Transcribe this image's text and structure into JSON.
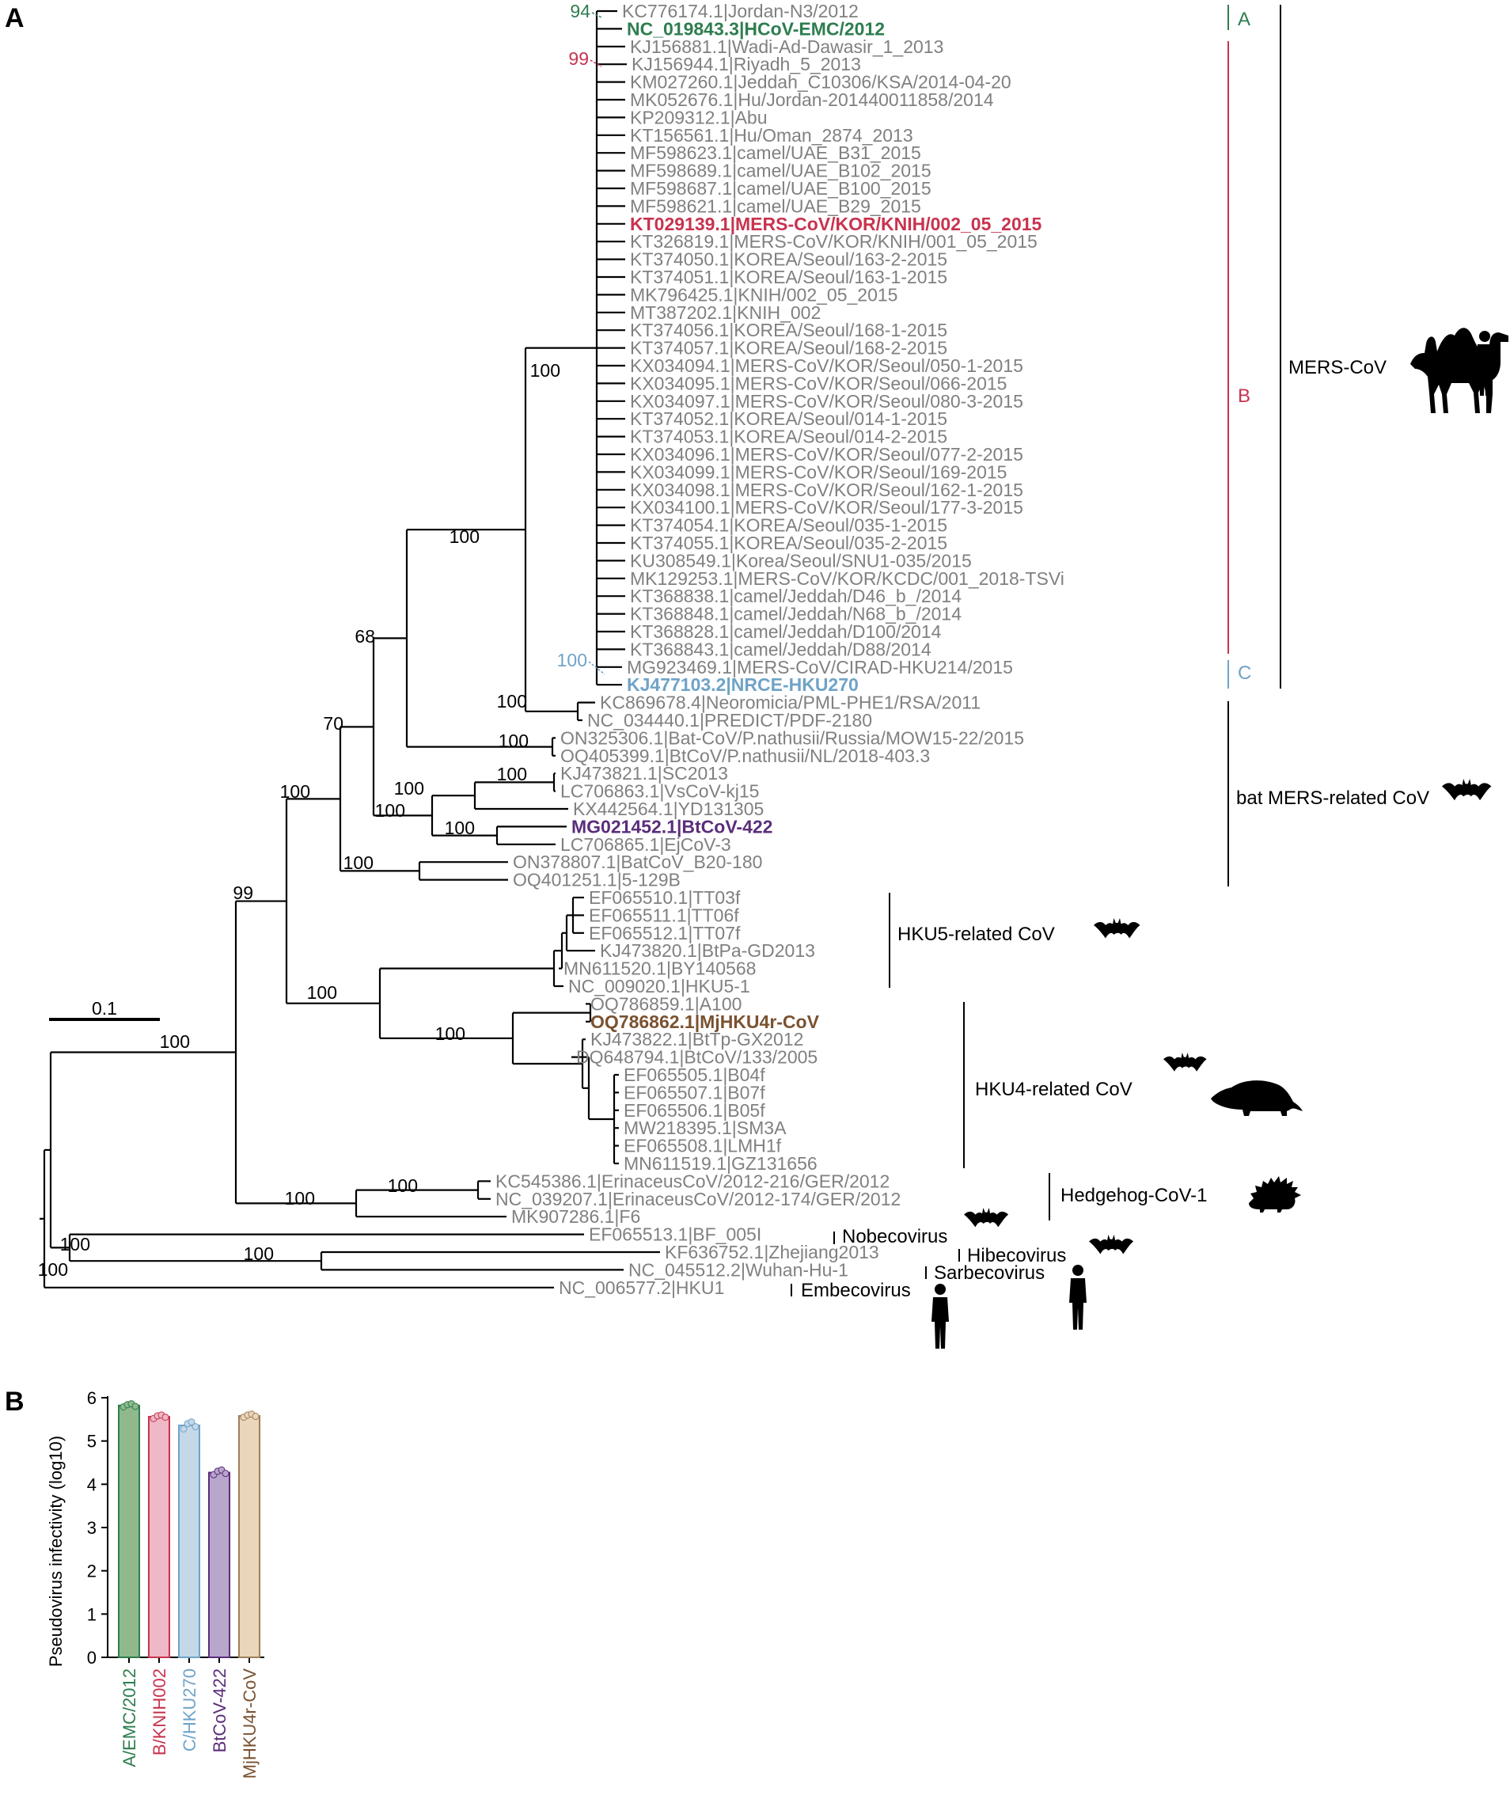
{
  "panels": {
    "a": "A",
    "b": "B"
  },
  "colors": {
    "green": "#2e7d4f",
    "red": "#c8334f",
    "blue": "#6fa3c7",
    "purple": "#5b2d7a",
    "brown": "#7a5230",
    "gray": "#808080",
    "black": "#000000"
  },
  "icons": [
    "camel-icon",
    "person-icon",
    "bat-icon",
    "pangolin-icon",
    "hedgehog-icon"
  ],
  "tree": {
    "scale_label": "0.1",
    "leaves": [
      {
        "label": "KC776174.1|Jordan-N3/2012"
      },
      {
        "label": "NC_019843.3|HCoV-EMC/2012",
        "highlight": "green"
      },
      {
        "label": "KJ156881.1|Wadi-Ad-Dawasir_1_2013"
      },
      {
        "label": "KJ156944.1|Riyadh_5_2013"
      },
      {
        "label": "KM027260.1|Jeddah_C10306/KSA/2014-04-20"
      },
      {
        "label": "MK052676.1|Hu/Jordan-201440011858/2014"
      },
      {
        "label": "KP209312.1|Abu"
      },
      {
        "label": "KT156561.1|Hu/Oman_2874_2013"
      },
      {
        "label": "MF598623.1|camel/UAE_B31_2015"
      },
      {
        "label": "MF598689.1|camel/UAE_B102_2015"
      },
      {
        "label": "MF598687.1|camel/UAE_B100_2015"
      },
      {
        "label": "MF598621.1|camel/UAE_B29_2015"
      },
      {
        "label": "KT029139.1|MERS-CoV/KOR/KNIH/002_05_2015",
        "highlight": "red"
      },
      {
        "label": "KT326819.1|MERS-CoV/KOR/KNIH/001_05_2015"
      },
      {
        "label": "KT374050.1|KOREA/Seoul/163-2-2015"
      },
      {
        "label": "KT374051.1|KOREA/Seoul/163-1-2015"
      },
      {
        "label": "MK796425.1|KNIH/002_05_2015"
      },
      {
        "label": "MT387202.1|KNIH_002"
      },
      {
        "label": "KT374056.1|KOREA/Seoul/168-1-2015"
      },
      {
        "label": "KT374057.1|KOREA/Seoul/168-2-2015"
      },
      {
        "label": "KX034094.1|MERS-CoV/KOR/Seoul/050-1-2015"
      },
      {
        "label": "KX034095.1|MERS-CoV/KOR/Seoul/066-2015"
      },
      {
        "label": "KX034097.1|MERS-CoV/KOR/Seoul/080-3-2015"
      },
      {
        "label": "KT374052.1|KOREA/Seoul/014-1-2015"
      },
      {
        "label": "KT374053.1|KOREA/Seoul/014-2-2015"
      },
      {
        "label": "KX034096.1|MERS-CoV/KOR/Seoul/077-2-2015"
      },
      {
        "label": "KX034099.1|MERS-CoV/KOR/Seoul/169-2015"
      },
      {
        "label": "KX034098.1|MERS-CoV/KOR/Seoul/162-1-2015"
      },
      {
        "label": "KX034100.1|MERS-CoV/KOR/Seoul/177-3-2015"
      },
      {
        "label": "KT374054.1|KOREA/Seoul/035-1-2015"
      },
      {
        "label": "KT374055.1|KOREA/Seoul/035-2-2015"
      },
      {
        "label": "KU308549.1|Korea/Seoul/SNU1-035/2015"
      },
      {
        "label": "MK129253.1|MERS-CoV/KOR/KCDC/001_2018-TSVi"
      },
      {
        "label": "KT368838.1|camel/Jeddah/D46_b_/2014"
      },
      {
        "label": "KT368848.1|camel/Jeddah/N68_b_/2014"
      },
      {
        "label": "KT368828.1|camel/Jeddah/D100/2014"
      },
      {
        "label": "KT368843.1|camel/Jeddah/D88/2014"
      },
      {
        "label": "MG923469.1|MERS-CoV/CIRAD-HKU214/2015"
      },
      {
        "label": "KJ477103.2|NRCE-HKU270",
        "highlight": "blue"
      },
      {
        "label": "KC869678.4|Neoromicia/PML-PHE1/RSA/2011"
      },
      {
        "label": "NC_034440.1|PREDICT/PDF-2180"
      },
      {
        "label": "ON325306.1|Bat-CoV/P.nathusii/Russia/MOW15-22/2015"
      },
      {
        "label": "OQ405399.1|BtCoV/P.nathusii/NL/2018-403.3"
      },
      {
        "label": "KJ473821.1|SC2013"
      },
      {
        "label": "LC706863.1|VsCoV-kj15"
      },
      {
        "label": "KX442564.1|YD131305"
      },
      {
        "label": "MG021452.1|BtCoV-422",
        "highlight": "purple"
      },
      {
        "label": "LC706865.1|EjCoV-3"
      },
      {
        "label": "ON378807.1|BatCoV_B20-180"
      },
      {
        "label": "OQ401251.1|5-129B"
      },
      {
        "label": "EF065510.1|TT03f"
      },
      {
        "label": "EF065511.1|TT06f"
      },
      {
        "label": "EF065512.1|TT07f"
      },
      {
        "label": "KJ473820.1|BtPa-GD2013"
      },
      {
        "label": "MN611520.1|BY140568"
      },
      {
        "label": "NC_009020.1|HKU5-1"
      },
      {
        "label": "OQ786859.1|A100"
      },
      {
        "label": "OQ786862.1|MjHKU4r-CoV",
        "highlight": "brown"
      },
      {
        "label": "KJ473822.1|BtTp-GX2012"
      },
      {
        "label": "DQ648794.1|BtCoV/133/2005"
      },
      {
        "label": "EF065505.1|B04f"
      },
      {
        "label": "EF065507.1|B07f"
      },
      {
        "label": "EF065506.1|B05f"
      },
      {
        "label": "MW218395.1|SM3A"
      },
      {
        "label": "EF065508.1|LMH1f"
      },
      {
        "label": "MN611519.1|GZ131656"
      },
      {
        "label": "KC545386.1|ErinaceusCoV/2012-216/GER/2012"
      },
      {
        "label": "NC_039207.1|ErinaceusCoV/2012-174/GER/2012"
      },
      {
        "label": "MK907286.1|F6"
      },
      {
        "label": "EF065513.1|BF_005I"
      },
      {
        "label": "KF636752.1|Zhejiang2013"
      },
      {
        "label": "NC_045512.2|Wuhan-Hu-1"
      },
      {
        "label": "NC_006577.2|HKU1"
      }
    ],
    "bootstrap": [
      {
        "value": "94",
        "color": "green"
      },
      {
        "value": "99",
        "color": "red"
      },
      {
        "value": "100",
        "color": "blue"
      },
      {
        "value": "100"
      },
      {
        "value": "100"
      },
      {
        "value": "100"
      },
      {
        "value": "68"
      },
      {
        "value": "100"
      },
      {
        "value": "70"
      },
      {
        "value": "100"
      },
      {
        "value": "100"
      },
      {
        "value": "100"
      },
      {
        "value": "100"
      },
      {
        "value": "100"
      },
      {
        "value": "100"
      },
      {
        "value": "99"
      },
      {
        "value": "100"
      },
      {
        "value": "100"
      },
      {
        "value": "100"
      },
      {
        "value": "100"
      },
      {
        "value": "100"
      },
      {
        "value": "100"
      },
      {
        "value": "100"
      },
      {
        "value": "100"
      }
    ],
    "subclades": [
      "A",
      "B",
      "C"
    ],
    "clades": [
      "MERS-CoV",
      "bat MERS-related CoV",
      "HKU5-related CoV",
      "HKU4-related CoV",
      "Hedgehog-CoV-1",
      "Nobecovirus",
      "Hibecovirus",
      "Sarbecovirus",
      "Embecovirus"
    ]
  },
  "chart_data": {
    "type": "bar",
    "ylabel": "Pseudovirus infectivity (log10)",
    "ylim": [
      0,
      6
    ],
    "yticks": [
      "0",
      "1",
      "2",
      "3",
      "4",
      "5",
      "6"
    ],
    "categories": [
      "A/EMC/2012",
      "B/KNIH002",
      "C/HKU270",
      "BtCoV-422",
      "MjHKU4r-CoV"
    ],
    "values": [
      5.82,
      5.56,
      5.36,
      4.27,
      5.58
    ],
    "replicates": [
      [
        5.79,
        5.84,
        5.86,
        5.8
      ],
      [
        5.52,
        5.58,
        5.6,
        5.55
      ],
      [
        5.28,
        5.4,
        5.44,
        5.33
      ],
      [
        4.22,
        4.3,
        4.33,
        4.25
      ],
      [
        5.55,
        5.6,
        5.62,
        5.57
      ]
    ],
    "bar_colors": [
      "#8fb98c",
      "#eeb8c6",
      "#c4d8e8",
      "#b9a6cc",
      "#e9d6bb"
    ],
    "edge_colors": [
      "#2e7d4f",
      "#c8334f",
      "#6fa3c7",
      "#5b2d7a",
      "#a07f58"
    ],
    "label_colors": [
      "#2e7d4f",
      "#c8334f",
      "#6fa3c7",
      "#5b2d7a",
      "#7a5230"
    ]
  }
}
